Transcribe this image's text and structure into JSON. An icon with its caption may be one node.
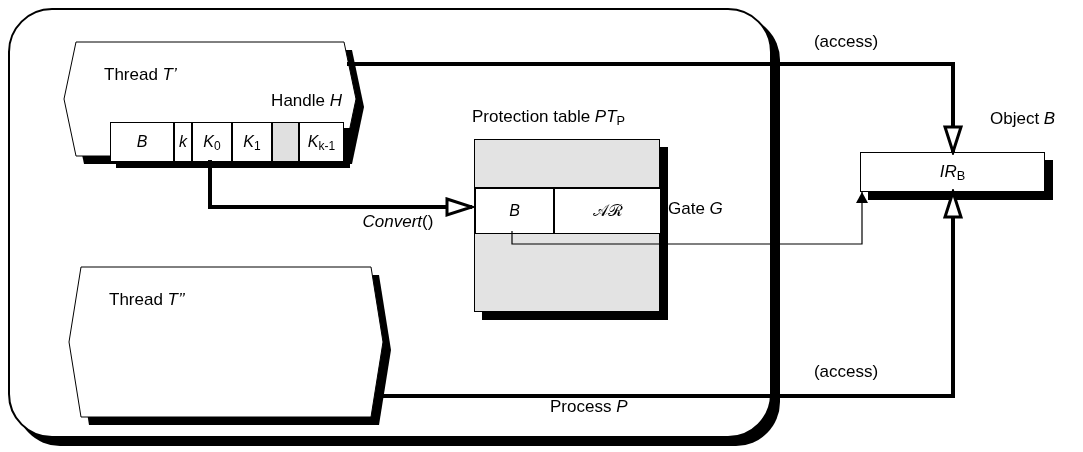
{
  "diagram": {
    "nodes": [
      {
        "text": [
          "Process *P*"
        ]
      },
      {
        "text": [
          "Thread *T’*"
        ],
        "in": 0
      },
      {
        "text": [
          "Handle *H*"
        ],
        "in": 1
      },
      {
        "text": [
          "*B*"
        ],
        "in": 2
      },
      {
        "text": [
          "*k*"
        ],
        "in": 2
      },
      {
        "text": [
          "*K*$_{0}$"
        ],
        "in": 2
      },
      {
        "text": [
          "*K*$_{1}$"
        ],
        "in": 2
      },
      {
        "text": [],
        "shape": "box",
        "in": 2
      },
      {
        "text": [
          "*K*$_{k-1}$"
        ],
        "in": 2
      },
      {
        "text": [
          "Protection table *PT*$_{P}$"
        ],
        "in": 0
      },
      {
        "text": [],
        "shape": "box",
        "beside": [
          "Gate *G*"
        ],
        "in": 9
      },
      {
        "text": [
          "*B*"
        ],
        "in": 10
      },
      {
        "text": [
          "𝒜ℛ"
        ],
        "in": 10
      },
      {
        "text": [
          "Thread *T’’*"
        ],
        "in": 0
      },
      {
        "text": [
          "*IR*$_{B}$"
        ],
        "beside": [
          "Object *B*"
        ]
      }
    ],
    "edges": [
      {
        "from": 1,
        "to": 14,
        "arrow": "to",
        "label": "(access)"
      },
      {
        "from": 13,
        "to": 14,
        "arrow": "to",
        "label": "(access)"
      },
      {
        "from": 5,
        "to": 11,
        "arrow": "to",
        "label": "*Convert*()"
      },
      {
        "from": 11,
        "to": 14,
        "arrow": "to"
      }
    ]
  }
}
